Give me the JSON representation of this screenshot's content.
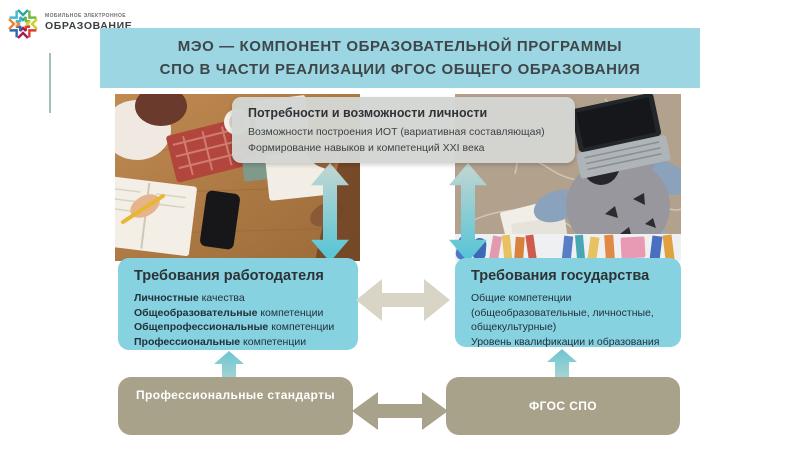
{
  "logo": {
    "line1": "МОБИЛЬНОЕ ЭЛЕКТРОННОЕ",
    "line2": "ОБРАЗОВАНИЕ"
  },
  "title": {
    "line1": "МЭО — КОМПОНЕНТ ОБРАЗОВАТЕЛЬНОЙ ПРОГРАММЫ",
    "line2": "СПО В ЧАСТИ РЕАЛИЗАЦИИ ФГОС ОБЩЕГО ОБРАЗОВАНИЯ"
  },
  "diagram": {
    "needs_box": {
      "title": "Потребности и возможности личности",
      "items": [
        "Возможности построения ИОТ (вариативная составляющая)",
        "Формирование навыков и компетенций XXI века"
      ]
    },
    "employer_box": {
      "title": "Требования работодателя",
      "items": [
        {
          "b": "Личностные",
          "r": " качества"
        },
        {
          "b": "Общеобразовательные",
          "r": " компетенции"
        },
        {
          "b": "Общепрофессиональные",
          "r": " компетенции"
        },
        {
          "b": "Профессиональные",
          "r": " компетенции"
        }
      ]
    },
    "state_box": {
      "title": "Требования государства",
      "lines": [
        "Общие компетенции",
        "(общеобразовательные, личностные,",
        "общекультурные)",
        "Уровень квалификации и образования"
      ]
    },
    "standards_box": {
      "label": "Профессиональные стандарты"
    },
    "fgos_box": {
      "label": "ФГОС СПО"
    }
  },
  "colors": {
    "title_bar_cyan": "#9cd6e2",
    "box_cyan": "#86d2e1",
    "panel_gray": "#d4d6d3",
    "tan": "#a9a28a",
    "arrow_teal": "#52c4d6",
    "arrow_beige": "#d9d5c6"
  }
}
